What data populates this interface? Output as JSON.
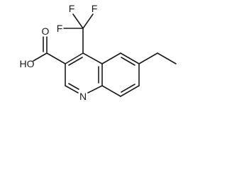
{
  "molecule": {
    "atom_labels": {
      "fluorine_top_left": "F",
      "fluorine_top_right": "F",
      "fluorine_left": "F",
      "hydroxyl": "HO",
      "carbonyl_oxygen": "O",
      "ring_nitrogen": "N"
    }
  }
}
